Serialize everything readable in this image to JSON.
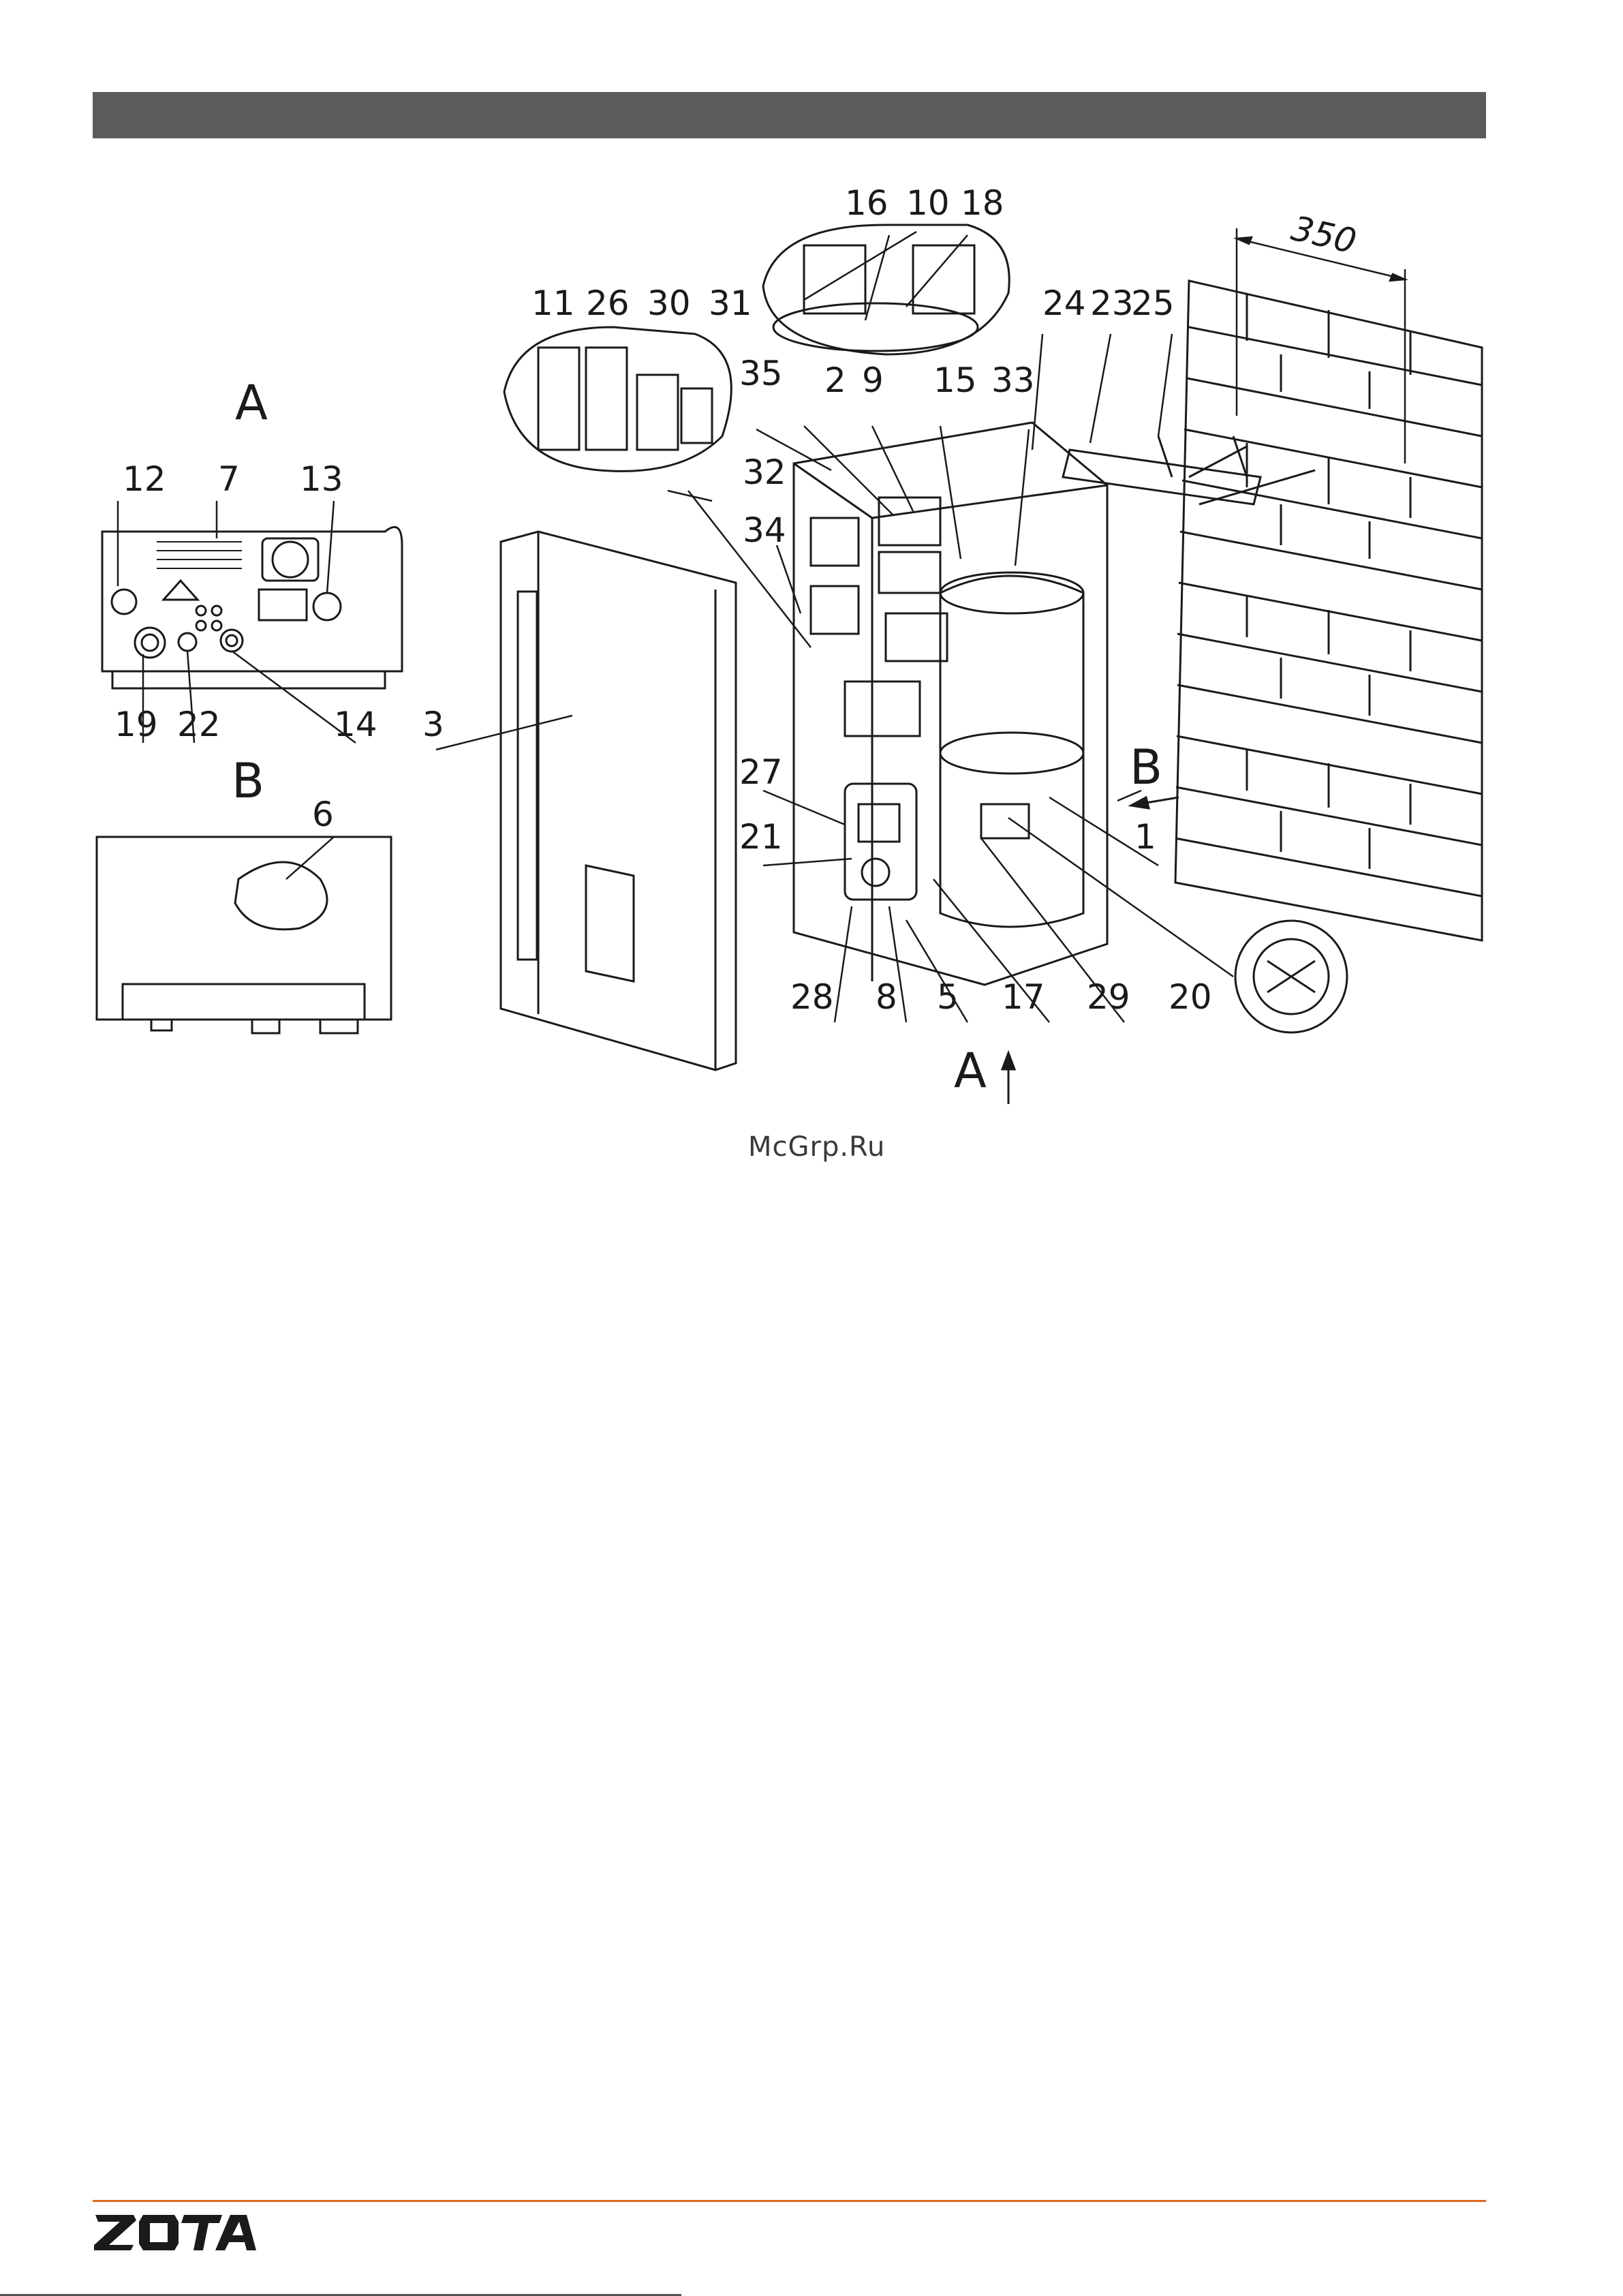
{
  "watermark": "McGrp.Ru",
  "logo": {
    "text": "ZOTA",
    "color": "#1a1a1a"
  },
  "colors": {
    "header_bar": "#595b5c",
    "footer_line": "#e0691f"
  },
  "views": {
    "a_label": "A",
    "b_label": "B",
    "a_arrow_label": "A",
    "b_arrow_label": "B"
  },
  "dimension": "350",
  "callouts": [
    "1",
    "2",
    "3",
    "5",
    "6",
    "7",
    "8",
    "9",
    "10",
    "11",
    "12",
    "13",
    "14",
    "15",
    "16",
    "17",
    "18",
    "19",
    "20",
    "21",
    "22",
    "23",
    "24",
    "25",
    "26",
    "27",
    "28",
    "29",
    "30",
    "31",
    "32",
    "33",
    "34",
    "35"
  ]
}
